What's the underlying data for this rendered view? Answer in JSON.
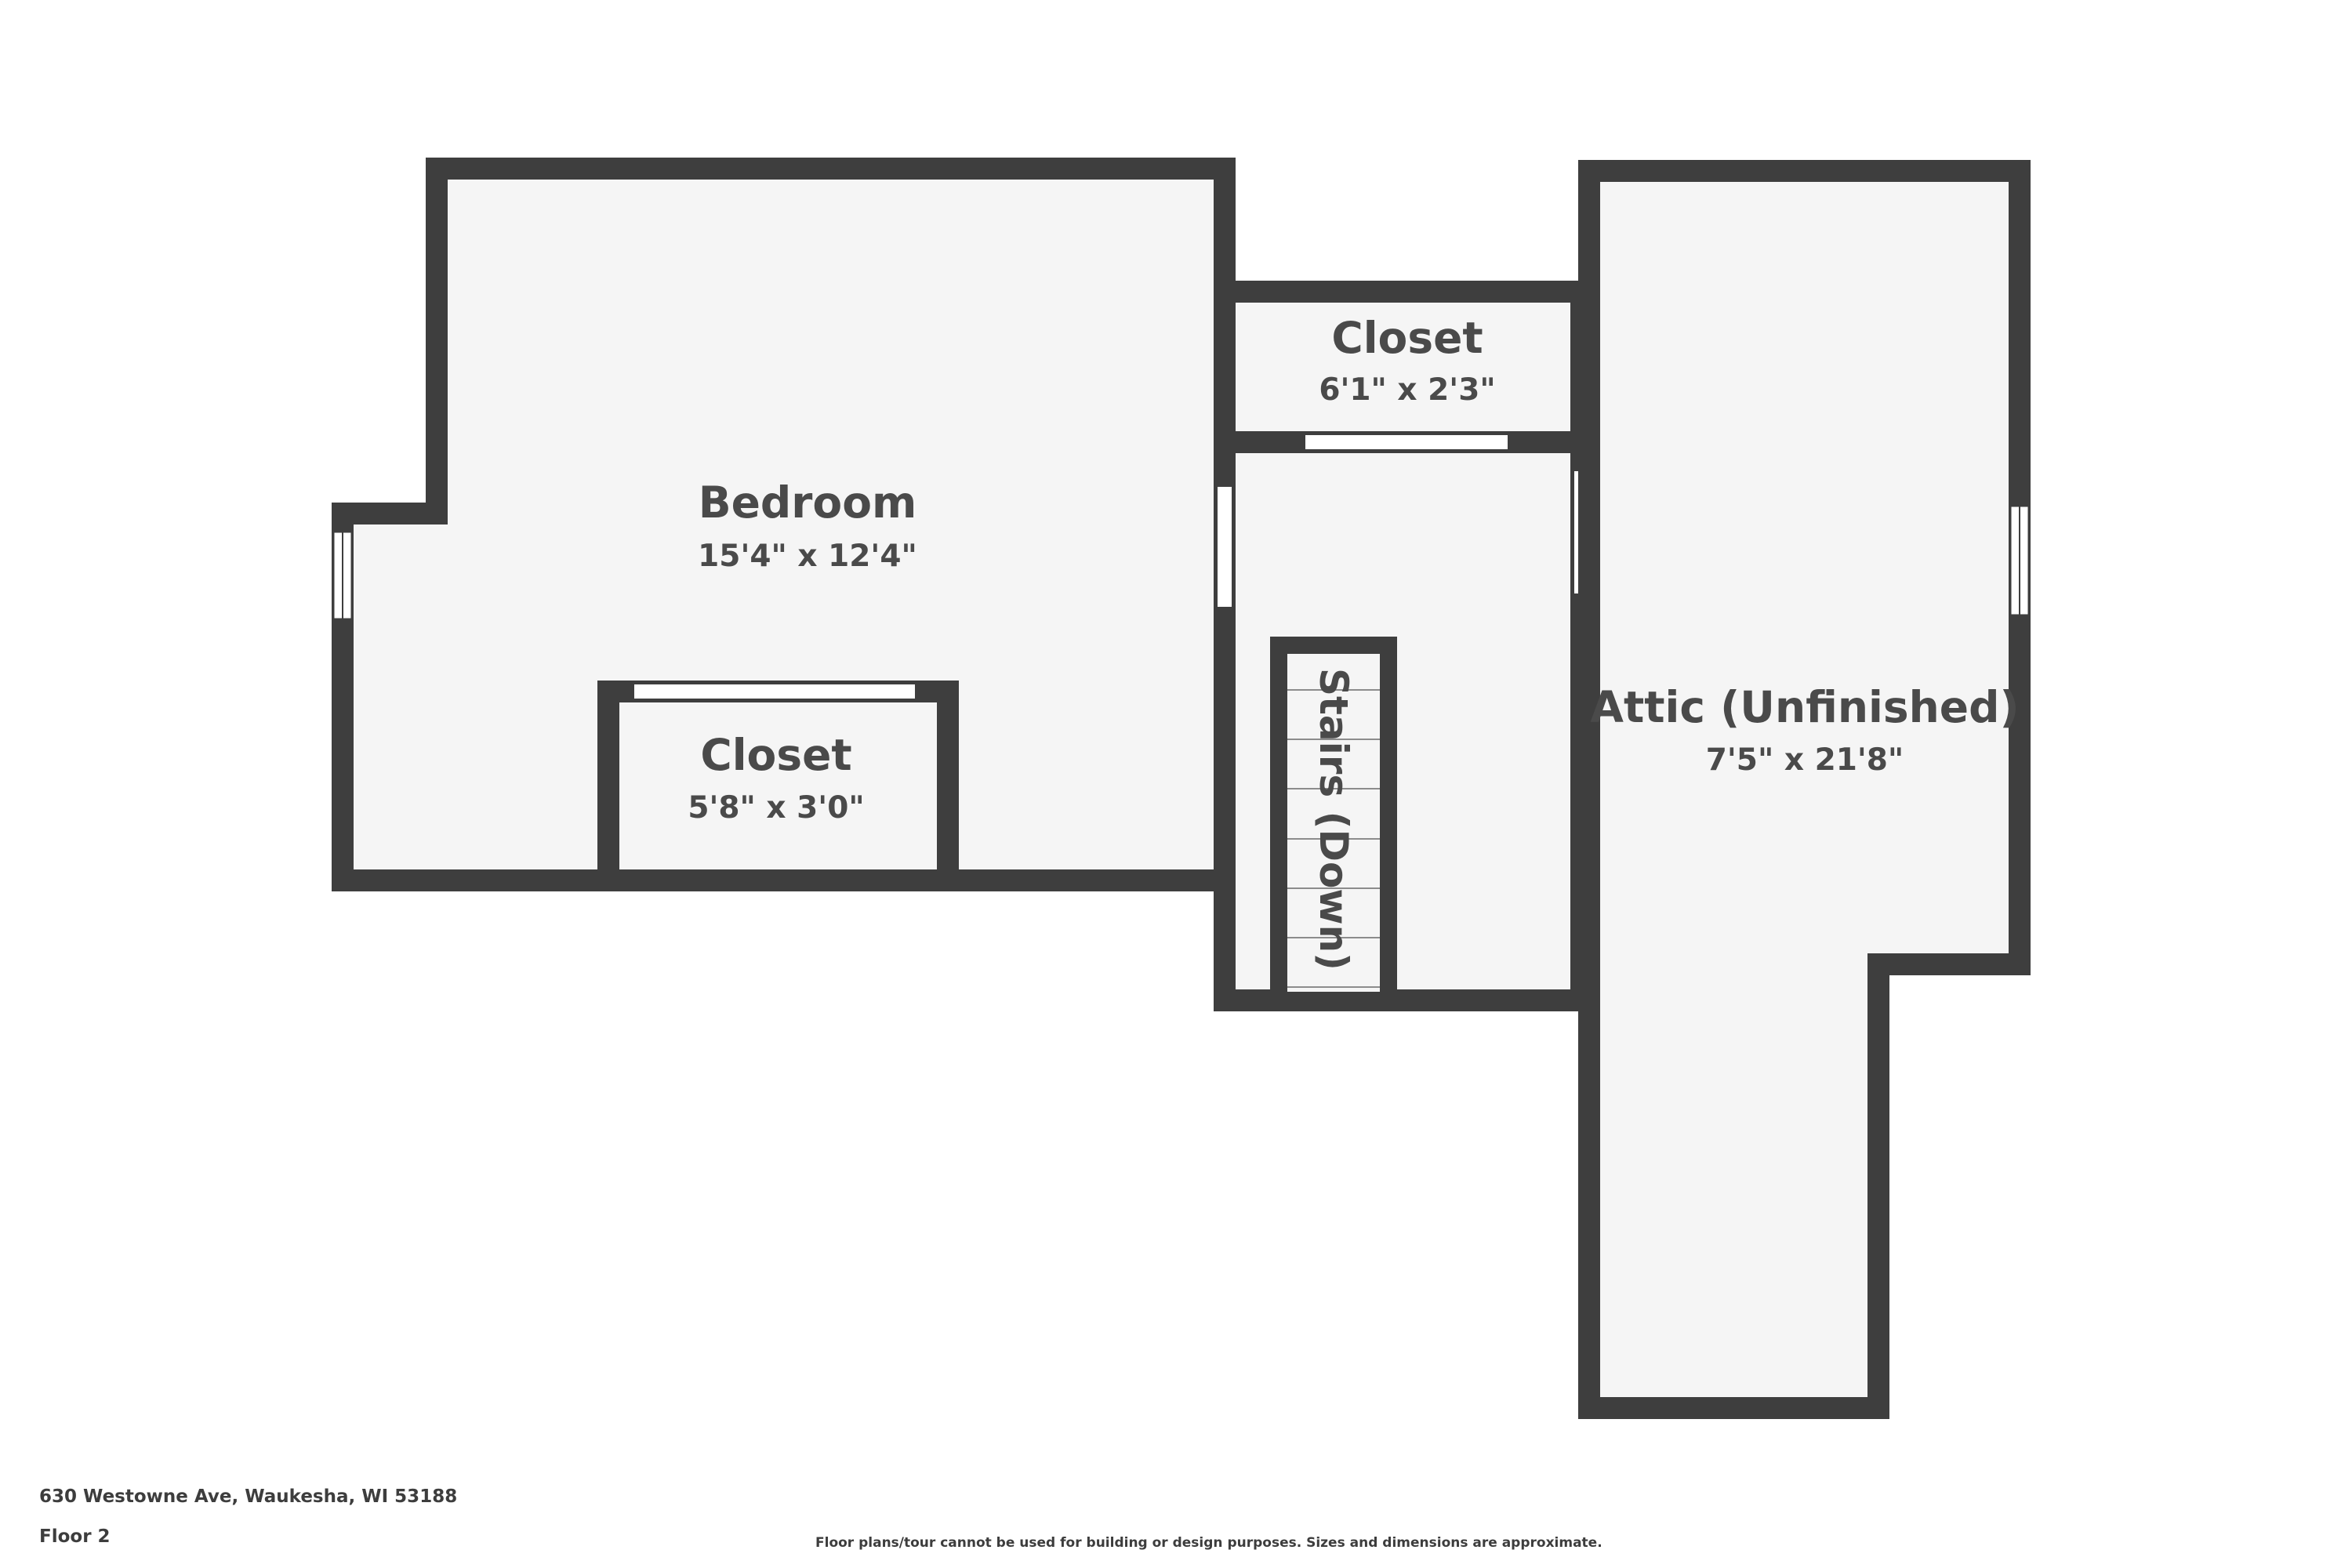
{
  "rooms": {
    "bedroom": {
      "name": "Bedroom",
      "dimensions": "15'4\" x 12'4\""
    },
    "bedroom_closet": {
      "name": "Closet",
      "dimensions": "5'8\" x 3'0\""
    },
    "hall_closet": {
      "name": "Closet",
      "dimensions": "6'1\" x 2'3\""
    },
    "stairs": {
      "label": "Stairs (Down)"
    },
    "attic": {
      "name": "Attic (Unfinished)",
      "dimensions": "7'5\" x 21'8\""
    }
  },
  "footer": {
    "address": "630 Westowne Ave, Waukesha, WI 53188",
    "floor": "Floor 2",
    "disclaimer": "Floor plans/tour cannot be used for building or design purposes. Sizes and dimensions are approximate."
  },
  "colors": {
    "wall": "#3e3e3e",
    "floor": "#f5f5f5",
    "text": "#4a4a4a",
    "opening": "#ffffff"
  }
}
